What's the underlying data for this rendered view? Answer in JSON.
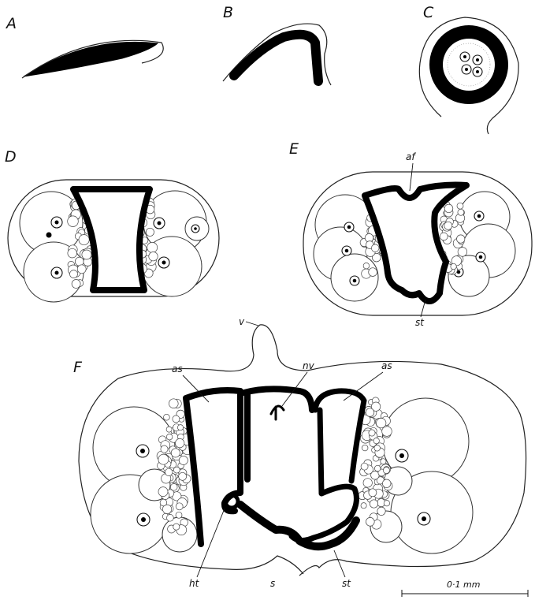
{
  "panels": {
    "a": "A",
    "b": "B",
    "c": "C",
    "d": "D",
    "e": "E",
    "f": "F"
  },
  "labels": {
    "af": "af",
    "st": "st",
    "v": "v",
    "as_left": "as",
    "nv": "nv",
    "as_right": "as",
    "ht": "ht",
    "s": "s",
    "st_f": "st"
  },
  "scale_bar": {
    "text": "0·1 mm"
  }
}
